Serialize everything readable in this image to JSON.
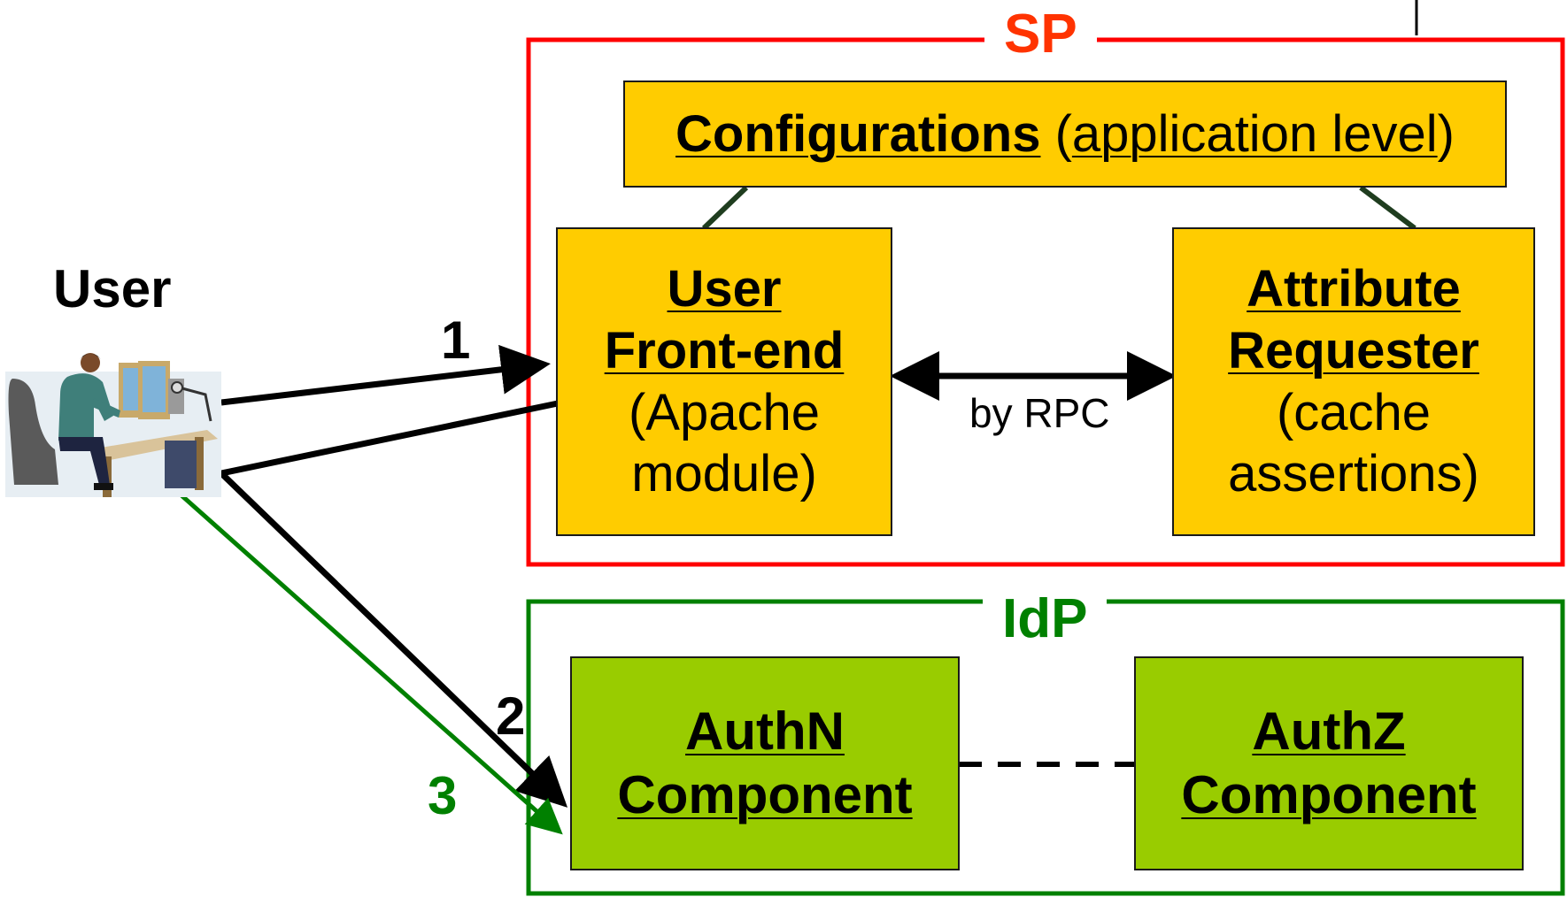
{
  "user": {
    "label": "User",
    "figure_icon": "person-at-computer-workstation"
  },
  "sp": {
    "label": "SP",
    "color": "#ff0000",
    "label_color": "#ff3300",
    "config": {
      "title": "Configurations",
      "open_paren": " (",
      "detail": "application level",
      "close_paren": ")"
    },
    "front_end": {
      "line1": "User",
      "line2": "Front-end",
      "line3": "(Apache",
      "line4": "module)"
    },
    "requester": {
      "line1": "Attribute",
      "line2": "Requester",
      "line3": "(cache",
      "line4": "assertions)"
    },
    "rpc_label": "by RPC"
  },
  "idp": {
    "label": "IdP",
    "color": "#008000",
    "authn": {
      "line1": "AuthN",
      "line2": "Component"
    },
    "authz": {
      "line1": "AuthZ",
      "line2": "Component"
    }
  },
  "steps": {
    "step1": "1",
    "step2": "2",
    "step3": "3",
    "step3_color": "#008000"
  },
  "colors": {
    "box_yellow": "#ffcc00",
    "box_green": "#99cc00"
  }
}
